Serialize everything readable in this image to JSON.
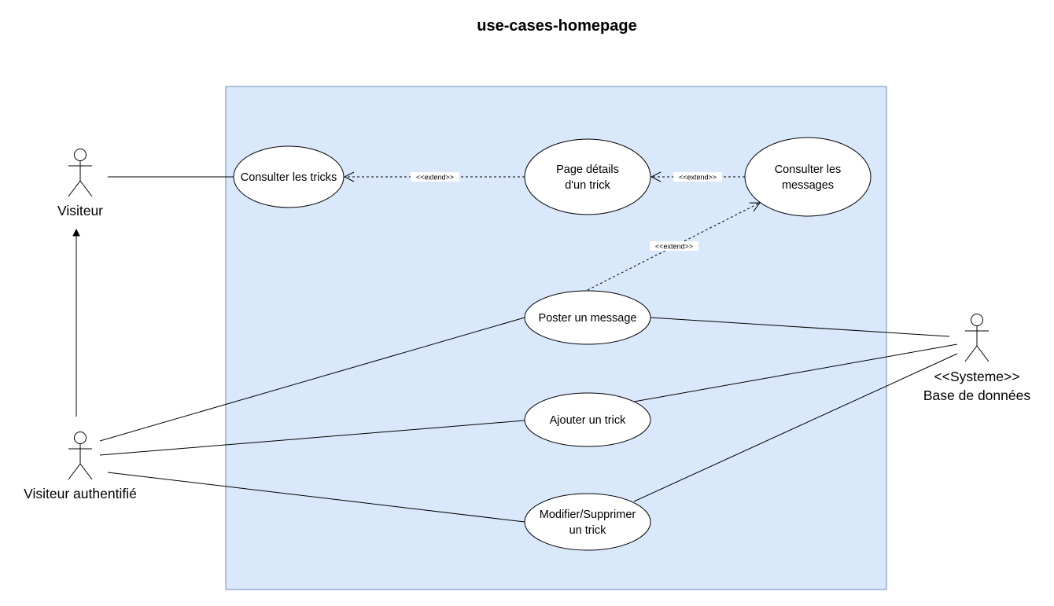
{
  "title": "use-cases-homepage",
  "colors": {
    "system_fill": "#dae8fc",
    "system_stroke": "#6c8ebf",
    "line": "#000000"
  },
  "actors": [
    {
      "id": "visiteur",
      "label": "Visiteur"
    },
    {
      "id": "visiteur-authentifie",
      "label": "Visiteur authentifié"
    },
    {
      "id": "base-de-donnees",
      "label_lines": [
        "<<Systeme>>",
        "Base de données"
      ]
    }
  ],
  "use_cases": [
    {
      "id": "consulter-tricks",
      "label_lines": [
        "Consulter les tricks"
      ]
    },
    {
      "id": "page-details",
      "label_lines": [
        "Page détails",
        "d'un trick"
      ]
    },
    {
      "id": "consulter-messages",
      "label_lines": [
        "Consulter les",
        "messages"
      ]
    },
    {
      "id": "poster-message",
      "label_lines": [
        "Poster un message"
      ]
    },
    {
      "id": "ajouter-trick",
      "label_lines": [
        "Ajouter un trick"
      ]
    },
    {
      "id": "modifier-supprimer",
      "label_lines": [
        "Modifier/Supprimer",
        "un trick"
      ]
    }
  ],
  "relations": {
    "extend_label": "<<extend>>"
  }
}
